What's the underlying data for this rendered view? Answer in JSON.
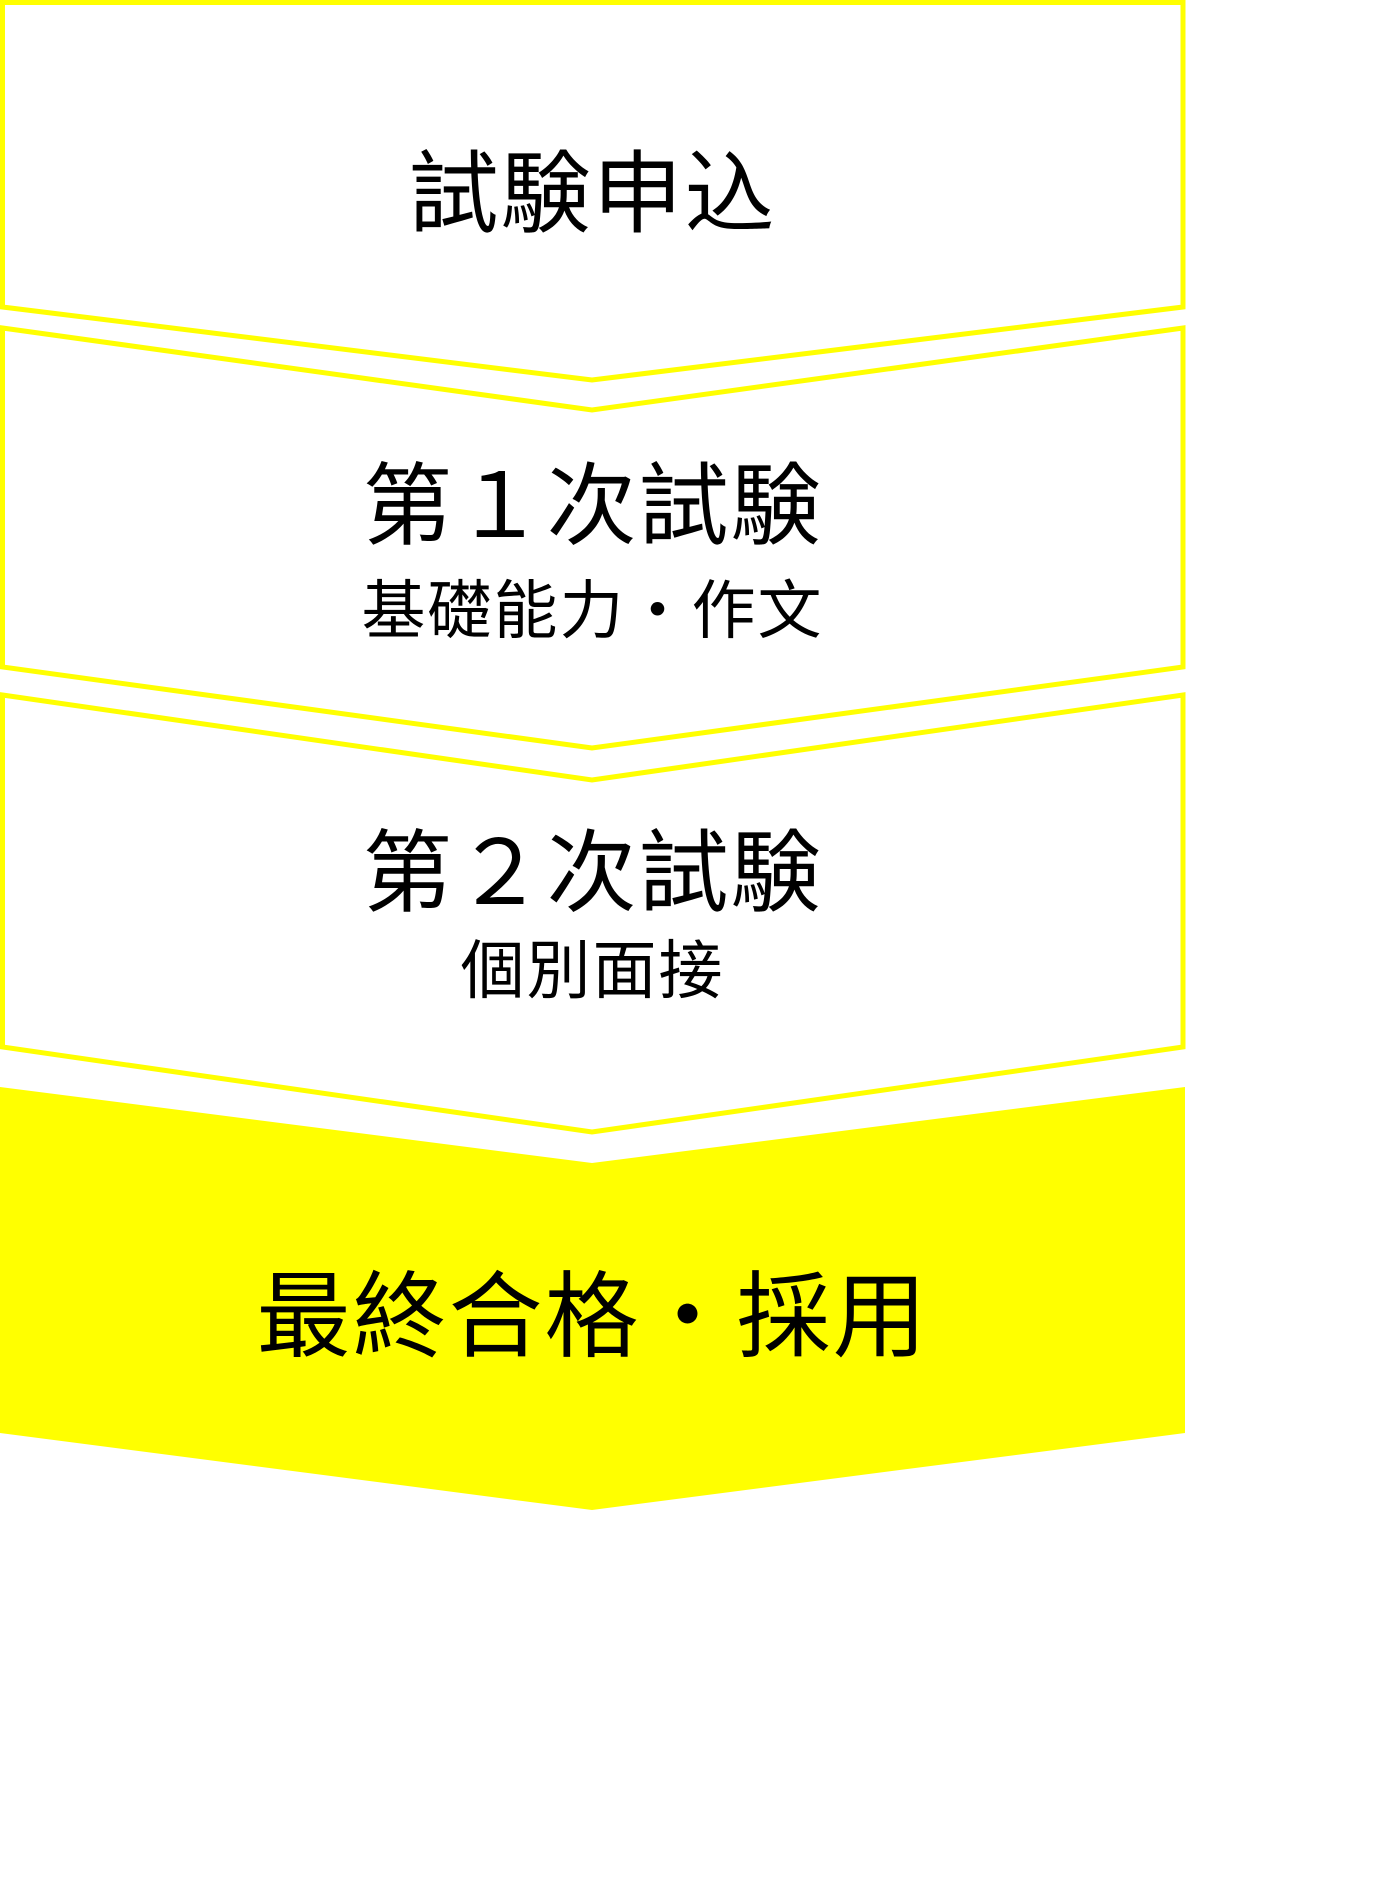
{
  "colors": {
    "accent": "#FFFF00",
    "background": "#FFFFFF",
    "text": "#000000"
  },
  "flow": {
    "steps": [
      {
        "title": "試験申込",
        "subtitle": ""
      },
      {
        "title": "第１次試験",
        "subtitle": "基礎能力・作文"
      },
      {
        "title": "第２次試験",
        "subtitle": "個別面接"
      },
      {
        "title": "最終合格・採用",
        "subtitle": "",
        "highlighted": true
      }
    ]
  }
}
